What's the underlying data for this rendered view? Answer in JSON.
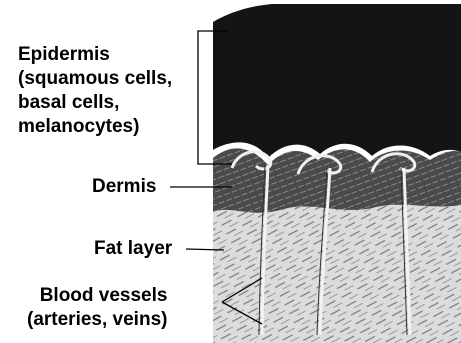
{
  "labels": {
    "epidermis": {
      "line1": "Epidermis",
      "line2": "(squamous cells,",
      "line3": "basal cells,",
      "line4": "melanocytes)"
    },
    "dermis": "Dermis",
    "fat_layer": "Fat layer",
    "blood_vessels": {
      "line1": "Blood vessels",
      "line2": "(arteries, veins)"
    }
  },
  "colors": {
    "epidermis": "#141414",
    "dermis": "#5a5a5a",
    "fat": "#d9d9d9",
    "ink": "#000000",
    "background": "#ffffff"
  }
}
